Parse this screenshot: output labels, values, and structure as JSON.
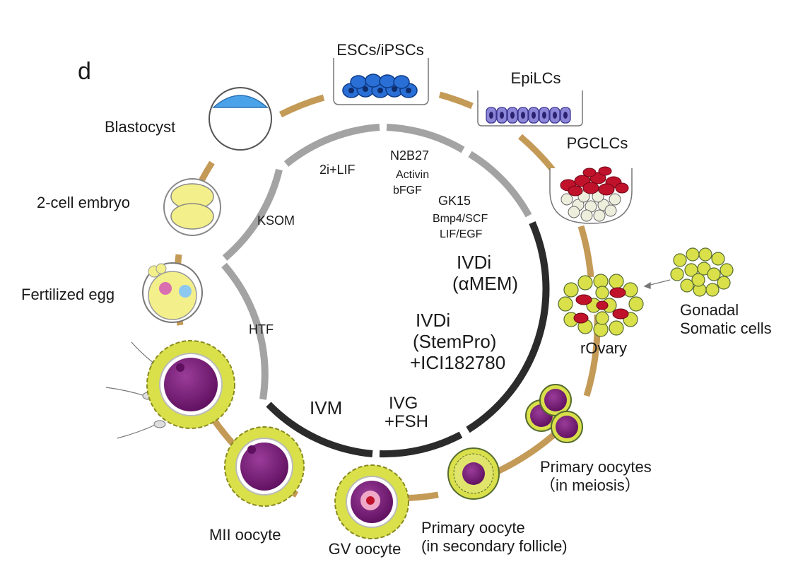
{
  "panel_letter": "d",
  "stages": {
    "escs": "ESCs/iPSCs",
    "epilcs": "EpiLCs",
    "pgclcs": "PGCLCs",
    "blastocyst": "Blastocyst",
    "two_cell": "2-cell embryo",
    "fertilized": "Fertilized egg",
    "rovary": "rOvary",
    "gonadal_1": "Gonadal",
    "gonadal_2": "Somatic cells",
    "primary_meiosis_1": "Primary oocytes",
    "primary_meiosis_2": "（in meiosis）",
    "primary_secondary_1": "Primary oocyte",
    "primary_secondary_2": "(in secondary follicle)",
    "gv": "GV oocyte",
    "mii": "MII oocyte"
  },
  "media": {
    "n2b27": "N2B27",
    "activin": "Activin",
    "bfgf": "bFGF",
    "lif2i": "2i+LIF",
    "gk15": "GK15",
    "bmp4": "Bmp4/SCF",
    "lifegf": "LIF/EGF",
    "ksom": "KSOM",
    "htf": "HTF",
    "ivdi1_a": "IVDi",
    "ivdi1_b": "(αMEM)",
    "ivdi2_a": "IVDi",
    "ivdi2_b": "(StemPro)",
    "ivdi2_c": "+ICI182780",
    "ivm": "IVM",
    "ivg_a": "IVG",
    "ivg_b": "+FSH"
  },
  "colors": {
    "outer_ring": "#c49a57",
    "inner_ring_gray": "#a3a3a3",
    "inner_ring_dark": "#2b2b2b",
    "oocyte_purple": "#7a1f7a",
    "granulosa_yellow": "#d9e04a",
    "pgc_red": "#c0122b",
    "esc_blue": "#2a6fd6",
    "epi_purple": "#8c86d8",
    "blasto_blue": "#4aa3e8",
    "egg_yellow": "#f3ef8a"
  }
}
